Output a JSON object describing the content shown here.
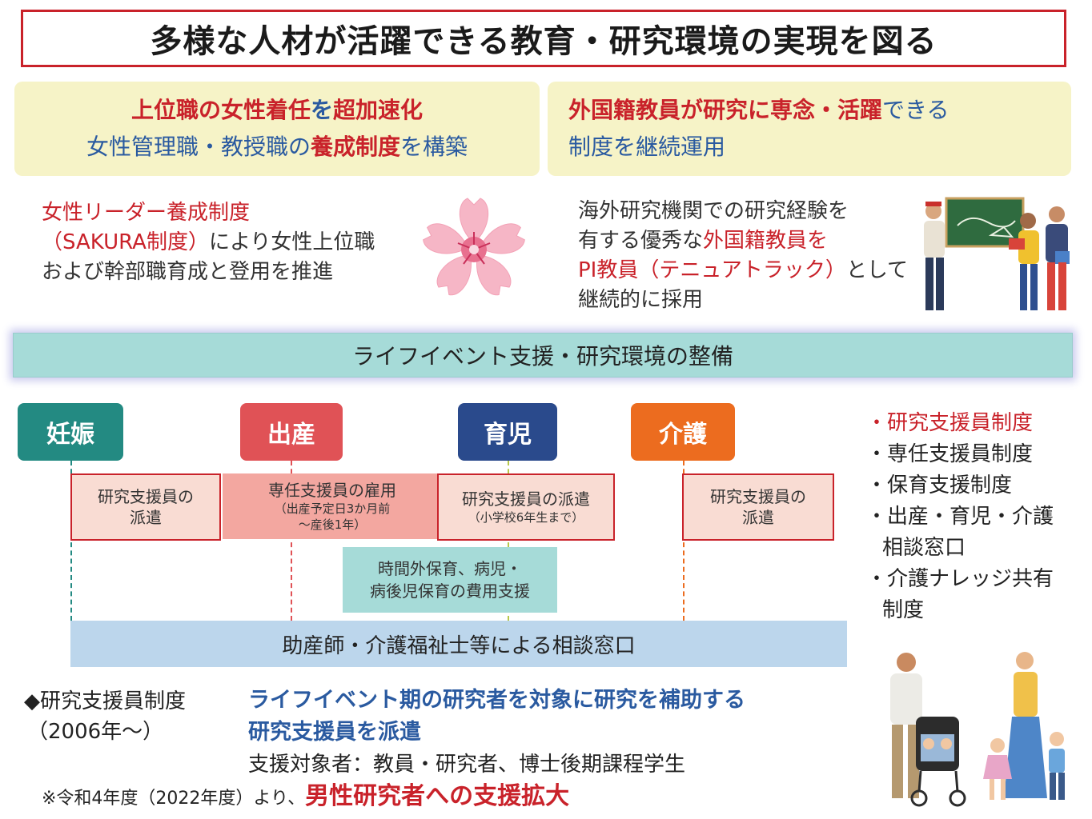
{
  "title": "多様な人材が活躍できる教育・研究環境の実現を図る",
  "left_panel": {
    "line1_a": "上位職の女性着任",
    "line1_b": "を",
    "line1_c": "超加速化",
    "line2_a": "女性管理職・教授職の",
    "line2_b": "養成制度",
    "line2_c": "を構築",
    "desc_red1": "女性リーダー養成制度",
    "desc_red2": "（SAKURA制度）",
    "desc_tail2": "により女性上位職",
    "desc3": "および幹部職育成と登用を推進"
  },
  "right_panel": {
    "line1_a": "外国籍教員が研究に専念・活躍",
    "line1_b": "できる",
    "line2": "制度を継続運用",
    "desc1": "海外研究機関での研究経験を",
    "desc2_a": "有する優秀な",
    "desc2_b": "外国籍教員を",
    "desc3_a": "PI教員（テニュアトラック）",
    "desc3_b": "として",
    "desc4": "継続的に採用"
  },
  "band_label": "ライフイベント支援・研究環境の整備",
  "stages": [
    {
      "label": "妊娠",
      "color": "#238a82"
    },
    {
      "label": "出産",
      "color": "#e05256"
    },
    {
      "label": "育児",
      "color": "#2a4a8c"
    },
    {
      "label": "介護",
      "color": "#ec6c1f"
    }
  ],
  "boxes": {
    "b1_l1": "研究支援員の",
    "b1_l2": "派遣",
    "b2_l1": "専任支援員の雇用",
    "b2_l2": "（出産予定日3か月前",
    "b2_l3": "〜産後1年）",
    "b3_l1": "研究支援員の派遣",
    "b3_l2": "（小学校6年生まで）",
    "b4_l1": "研究支援員の",
    "b4_l2": "派遣",
    "teal_l1": "時間外保育、病児・",
    "teal_l2": "病後児保育の費用支援",
    "consult": "助産師・介護福祉士等による相談窓口"
  },
  "right_list": {
    "item1": "・研究支援員制度",
    "item2": "・専任支援員制度",
    "item3": "・保育支援制度",
    "item4_a": "・出産・育児・介護",
    "item4_b": "相談窓口",
    "item5_a": "・介護ナレッジ共有",
    "item5_b": "制度"
  },
  "bottom": {
    "heading": "◆研究支援員制度",
    "since": "（2006年〜）",
    "blue1": "ライフイベント期の研究者を対象に研究を補助する",
    "blue2": "研究支援員を派遣",
    "target": "支援対象者：教員・研究者、博士後期課程学生",
    "note_a": "※令和4年度（2022年度）より、",
    "note_b": "男性研究者への支援拡大"
  }
}
